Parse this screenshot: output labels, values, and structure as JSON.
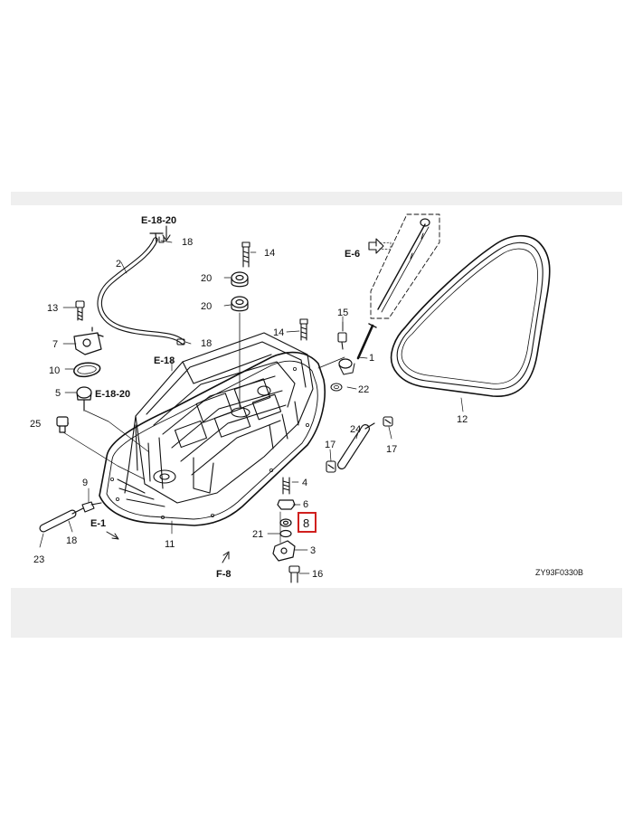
{
  "diagram": {
    "ref_labels": {
      "e18_20_top": "E-18-20",
      "e6": "E-6",
      "e18": "E-18",
      "e18_20_left": "E-18-20",
      "e1": "E-1",
      "f8": "F-8"
    },
    "part_numbers": {
      "p1": "1",
      "p2": "2",
      "p3": "3",
      "p4": "4",
      "p5": "5",
      "p6": "6",
      "p7": "7",
      "p8": "8",
      "p9": "9",
      "p10": "10",
      "p11": "11",
      "p12": "12",
      "p13": "13",
      "p14a": "14",
      "p14b": "14",
      "p15": "15",
      "p16": "16",
      "p17a": "17",
      "p17b": "17",
      "p18a": "18",
      "p18b": "18",
      "p18c": "18",
      "p20a": "20",
      "p20b": "20",
      "p21": "21",
      "p22": "22",
      "p23": "23",
      "p24": "24",
      "p25": "25"
    },
    "highlighted_part": "8",
    "highlight_color": "#d0201e",
    "diagram_code": "ZY93F0330B"
  }
}
